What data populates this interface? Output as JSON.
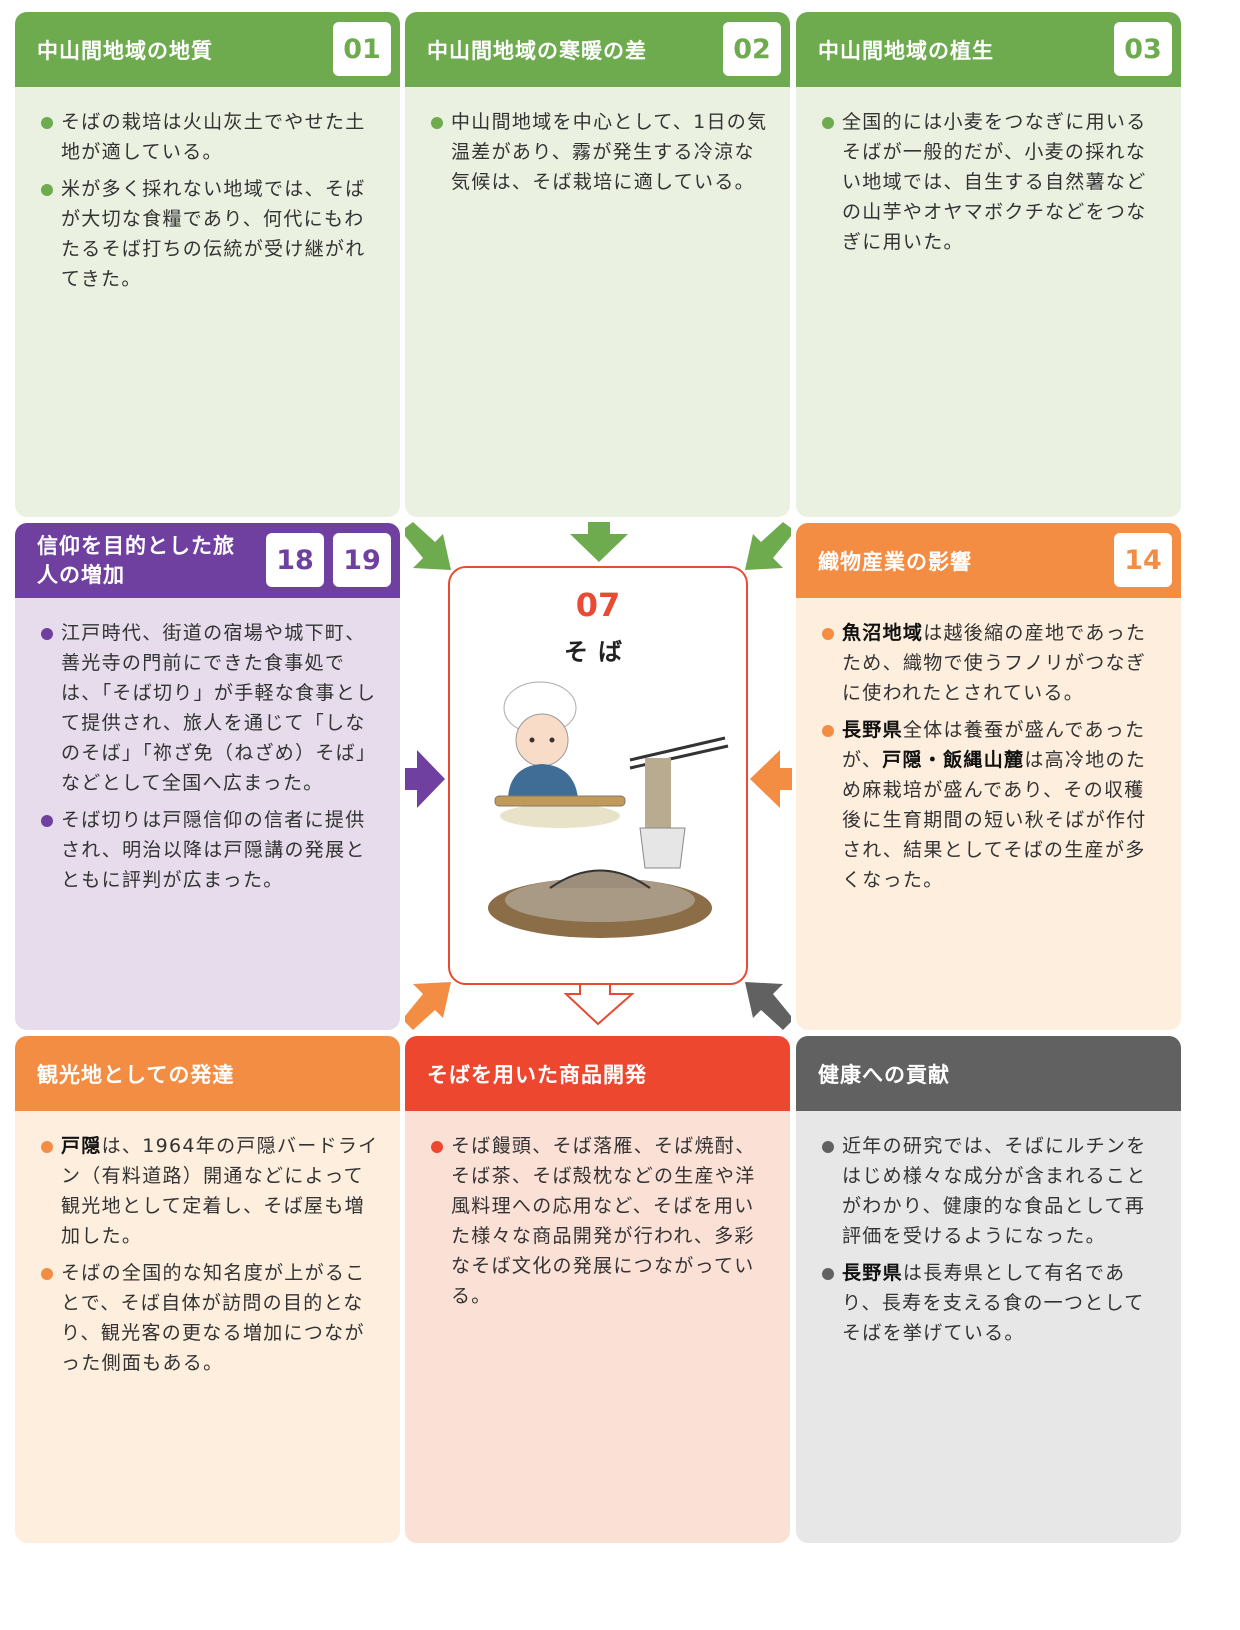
{
  "cards": [
    {
      "title": "中山間地域の地質",
      "nums": [
        "01"
      ],
      "bullets": [
        [
          {
            "t": "そばの栽培は火山灰土でやせた土地が適している。"
          }
        ],
        [
          {
            "t": "米が多く採れない地域では、そばが大切な食糧であり、何代にもわたるそば打ちの伝統が受け継がれてきた。"
          }
        ]
      ]
    },
    {
      "title": "中山間地域の寒暖の差",
      "nums": [
        "02"
      ],
      "bullets": [
        [
          {
            "t": "中山間地域を中心として、1日の気温差があり、霧が発生する冷涼な気候は、そば栽培に適している。"
          }
        ]
      ]
    },
    {
      "title": "中山間地域の植生",
      "nums": [
        "03"
      ],
      "bullets": [
        [
          {
            "t": "全国的には小麦をつなぎに用いるそばが一般的だが、小麦の採れない地域では、自生する自然薯などの山芋やオヤマボクチなどをつなぎに用いた。"
          }
        ]
      ]
    },
    {
      "title": "信仰を目的とした旅人の増加",
      "nums": [
        "18",
        "19"
      ],
      "bullets": [
        [
          {
            "t": "江戸時代、街道の宿場や城下町、善光寺の門前にできた食事処では、「そば切り」が手軽な食事として提供され、旅人を通じて「しなのそば」「祢ざ免（ねざめ）そば」などとして全国へ広まった。"
          }
        ],
        [
          {
            "t": "そば切りは戸隠信仰の信者に提供され、明治以降は戸隠講の発展とともに評判が広まった。"
          }
        ]
      ]
    },
    {
      "title": "織物産業の影響",
      "nums": [
        "14"
      ],
      "bullets": [
        [
          {
            "t": "魚沼地域",
            "b": true
          },
          {
            "t": "は越後縮の産地であったため、織物で使うフノリがつなぎに使われたとされている。"
          }
        ],
        [
          {
            "t": "長野県",
            "b": true
          },
          {
            "t": "全体は養蚕が盛んであったが、"
          },
          {
            "t": "戸隠・飯縄山麓",
            "b": true
          },
          {
            "t": "は高冷地のため麻栽培が盛んであり、その収穫後に生育期間の短い秋そばが作付され、結果としてそばの生産が多くなった。"
          }
        ]
      ]
    },
    {
      "title": "観光地としての発達",
      "nums": [],
      "bullets": [
        [
          {
            "t": "戸隠",
            "b": true
          },
          {
            "t": "は、1964年の戸隠バードライン（有料道路）開通などによって観光地として定着し、そば屋も増加した。"
          }
        ],
        [
          {
            "t": "そばの全国的な知名度が上がることで、そば自体が訪問の目的となり、観光客の更なる増加につながった側面もある。"
          }
        ]
      ]
    },
    {
      "title": "そばを用いた商品開発",
      "nums": [],
      "bullets": [
        [
          {
            "t": "そば饅頭、そば落雁、そば焼酎、そば茶、そば殻枕などの生産や洋風料理への応用など、そばを用いた様々な商品開発が行われ、多彩なそば文化の発展につながっている。"
          }
        ]
      ]
    },
    {
      "title": "健康への貢献",
      "nums": [],
      "bullets": [
        [
          {
            "t": "近年の研究では、そばにルチンをはじめ様々な成分が含まれることがわかり、健康的な食品として再評価を受けるようになった。"
          }
        ],
        [
          {
            "t": "長野県",
            "b": true
          },
          {
            "t": "は長寿県として有名であり、長寿を支える食の一つとしてそばを挙げている。"
          }
        ]
      ]
    }
  ],
  "center": {
    "num": "07",
    "title": "そば"
  },
  "colors": {
    "green": "#6eaa4e",
    "purple": "#7040a0",
    "orange": "#f38d44",
    "red": "#ee4730",
    "gray": "#616161"
  }
}
